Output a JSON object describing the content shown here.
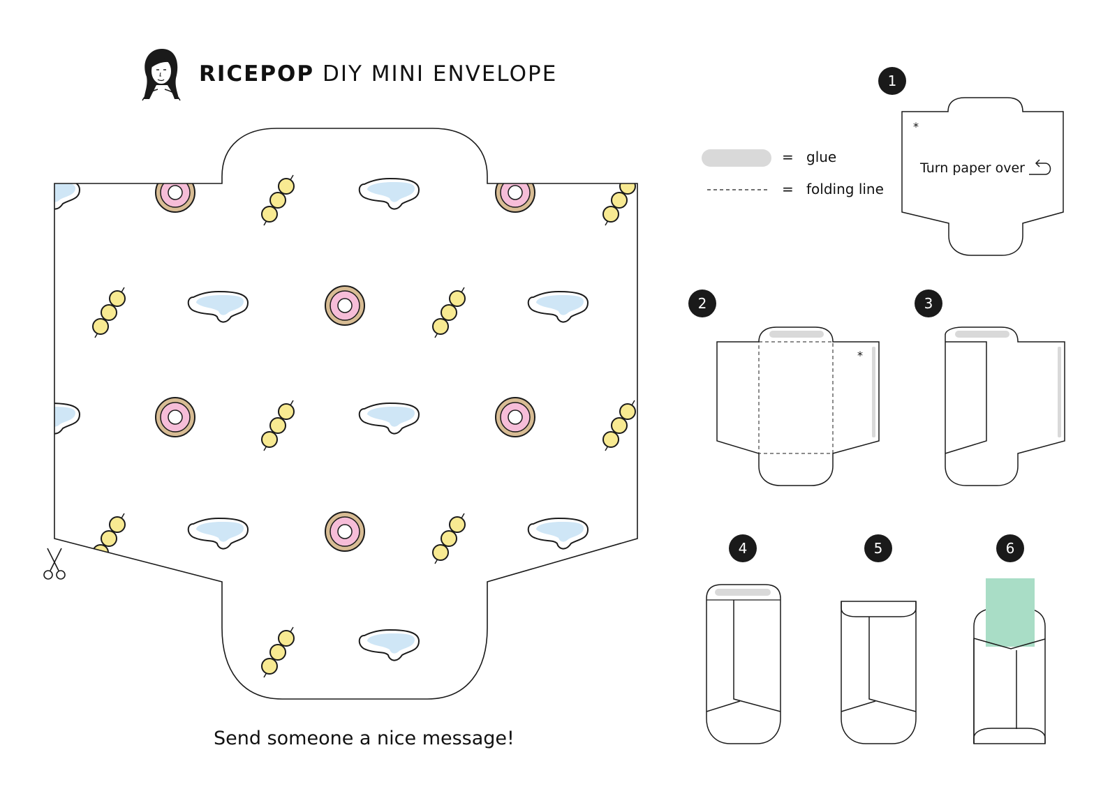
{
  "header": {
    "brand": "RICEPOP",
    "title_rest": "DIY MINI ENVELOPE"
  },
  "legend": {
    "eq1": "=",
    "glue_label": "glue",
    "eq2": "=",
    "fold_label": "folding line"
  },
  "steps": [
    "1",
    "2",
    "3",
    "4",
    "5",
    "6"
  ],
  "step1": {
    "asterisk": "*",
    "turn_text": "Turn paper over"
  },
  "step2": {
    "asterisk": "*"
  },
  "footer": {
    "message": "Send someone a nice message!"
  },
  "colors": {
    "cloud": "#cfe6f6",
    "donut_ring": "#d8bc94",
    "donut_pink": "#f6bdd8",
    "dango": "#f8ea92",
    "glue": "#d9d9d9",
    "card": "#a9ddc6"
  },
  "icons": [
    "avatar-illustration",
    "scissors-icon",
    "turn-over-arrow-icon",
    "cloud-icon",
    "donut-icon",
    "dango-icon"
  ]
}
